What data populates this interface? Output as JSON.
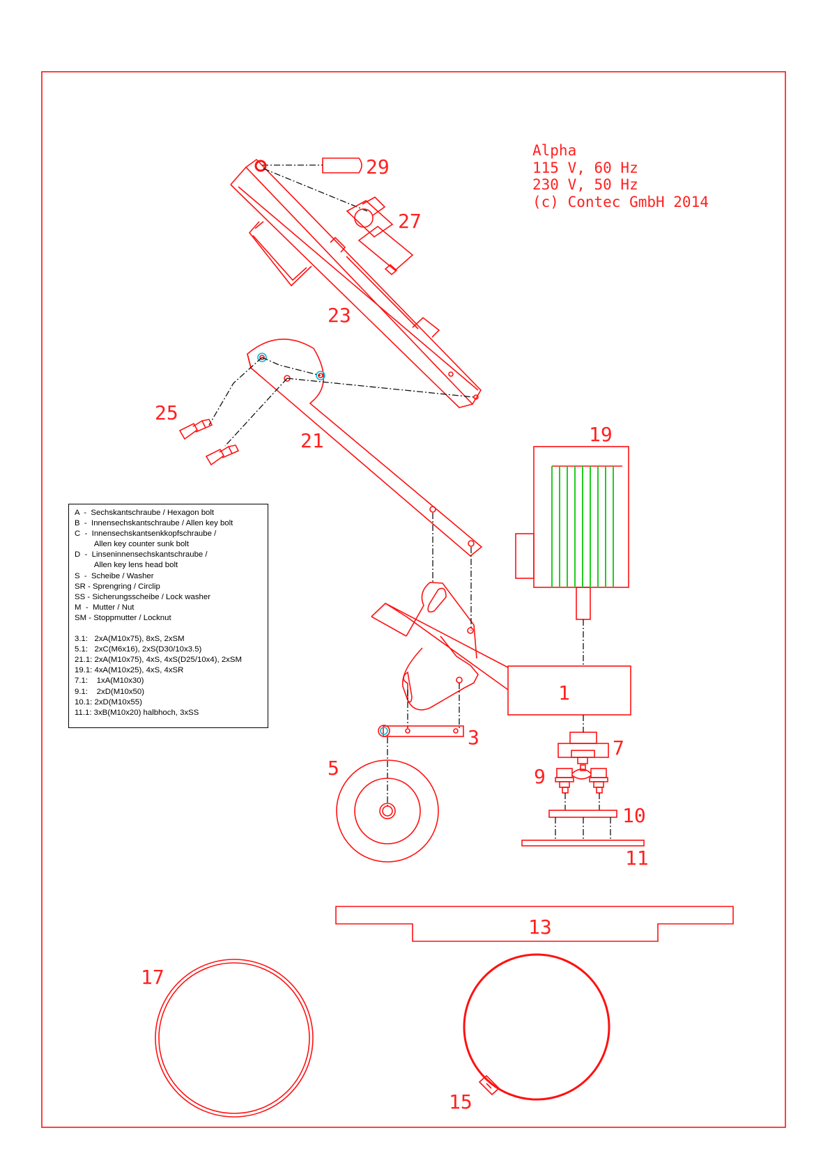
{
  "title_block": {
    "lines": [
      "Alpha",
      "115 V, 60 Hz",
      "230 V, 50 Hz",
      "(c) Contec GmbH 2014"
    ]
  },
  "part_labels": {
    "p1": "1",
    "p3": "3",
    "p5": "5",
    "p7": "7",
    "p9": "9",
    "p10": "10",
    "p11": "11",
    "p13": "13",
    "p15": "15",
    "p17": "17",
    "p19": "19",
    "p21": "21",
    "p23": "23",
    "p25": "25",
    "p27": "27",
    "p29": "29"
  },
  "legend": {
    "abbreviations": [
      "A  -  Sechskantschraube / Hexagon bolt",
      "B  -  Innensechskantschraube / Allen key bolt",
      "C  -  Innensechskantsenkkopfschraube /",
      "         Allen key counter sunk bolt",
      "D  -  Linseninnensechskantschraube /",
      "         Allen key lens head bolt",
      "S  -  Scheibe / Washer",
      "SR - Sprengring / Circlip",
      "SS - Sicherungsscheibe / Lock washer",
      "M  -  Mutter / Nut",
      "SM - Stoppmutter / Locknut"
    ],
    "fasteners": [
      "3.1:   2xA(M10x75), 8xS, 2xSM",
      "5.1:   2xC(M6x16), 2xS(D30/10x3.5)",
      "21.1: 2xA(M10x75), 4xS, 4xS(D25/10x4), 2xSM",
      "19.1: 4xA(M10x25), 4xS, 4xSR",
      "7.1:    1xA(M10x30)",
      "9.1:    2xD(M10x50)",
      "10.1: 2xD(M10x55)",
      "11.1: 3xB(M10x20) halbhoch, 3xSS"
    ]
  },
  "colors": {
    "line": "#ff1010",
    "centerline": "#111111",
    "motor_fins": "#22cc22",
    "bolt_highlight": "#00bcd4"
  }
}
